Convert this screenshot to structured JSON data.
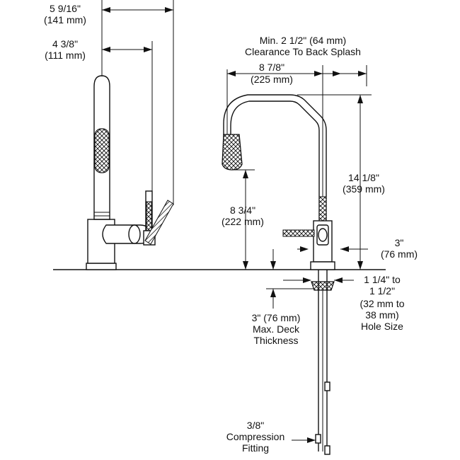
{
  "dimensions": {
    "side_reach": {
      "value": "5 9/16\"",
      "metric": "(141 mm)"
    },
    "side_handle": {
      "value": "4 3/8\"",
      "metric": "(111 mm)"
    },
    "clearance": {
      "line1": "Min. 2 1/2\" (64 mm)",
      "line2": "Clearance To Back Splash"
    },
    "spout_reach": {
      "value": "8 7/8\"",
      "metric": "(225 mm)"
    },
    "total_height": {
      "value": "14 1/8\"",
      "metric": "(359 mm)"
    },
    "spout_height": {
      "value": "8 3/4\"",
      "metric": "(222 mm)"
    },
    "base_diameter": {
      "value": "3\"",
      "metric": "(76 mm)"
    },
    "hole_size": {
      "line1": "1 1/4\" to",
      "line2": "1 1/2\"",
      "line3": "(32 mm to",
      "line4": "38 mm)",
      "line5": "Hole Size"
    },
    "deck_thickness": {
      "line1": "3\" (76 mm)",
      "line2": "Max. Deck",
      "line3": "Thickness"
    },
    "compression_fitting": {
      "line1": "3/8\"",
      "line2": "Compression",
      "line3": "Fitting"
    }
  }
}
